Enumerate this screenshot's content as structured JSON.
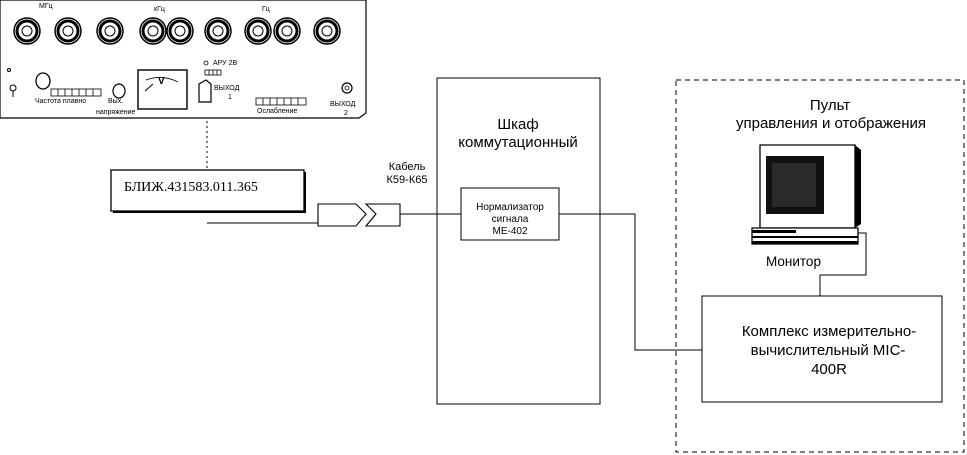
{
  "generator": {
    "freq_units": [
      "МГц",
      "кГц",
      "Гц"
    ],
    "freq_control_label": "Частота плавно",
    "output_voltage_label": "Вых.",
    "voltage_label": "напряжение",
    "meter_label": "V",
    "agc_label": "АРУ 2В",
    "output1_label": "ВЫХОД",
    "output1_number": "1",
    "attenuation_label": "Ослабление",
    "output2_label": "ВЫХОД",
    "output2_number": "2"
  },
  "designation": "БЛИЖ.431583.011.365",
  "cable": {
    "line1": "Кабель",
    "line2": "К59-К65"
  },
  "cabinet": {
    "line1": "Шкаф",
    "line2": "коммутационный"
  },
  "normalizer": {
    "line1": "Нормализатор",
    "line2": "сигнала",
    "line3": "МЕ-402"
  },
  "console": {
    "line1": "Пульт",
    "line2": "управления и отображения"
  },
  "monitor_label": "Монитор",
  "complex": {
    "line1": "Комплекс измерительно-",
    "line2": "вычислительный MIC-",
    "line3": "400R"
  },
  "icons": [
    "generator-front-panel",
    "cable-connector-icon",
    "computer-monitor-icon"
  ]
}
